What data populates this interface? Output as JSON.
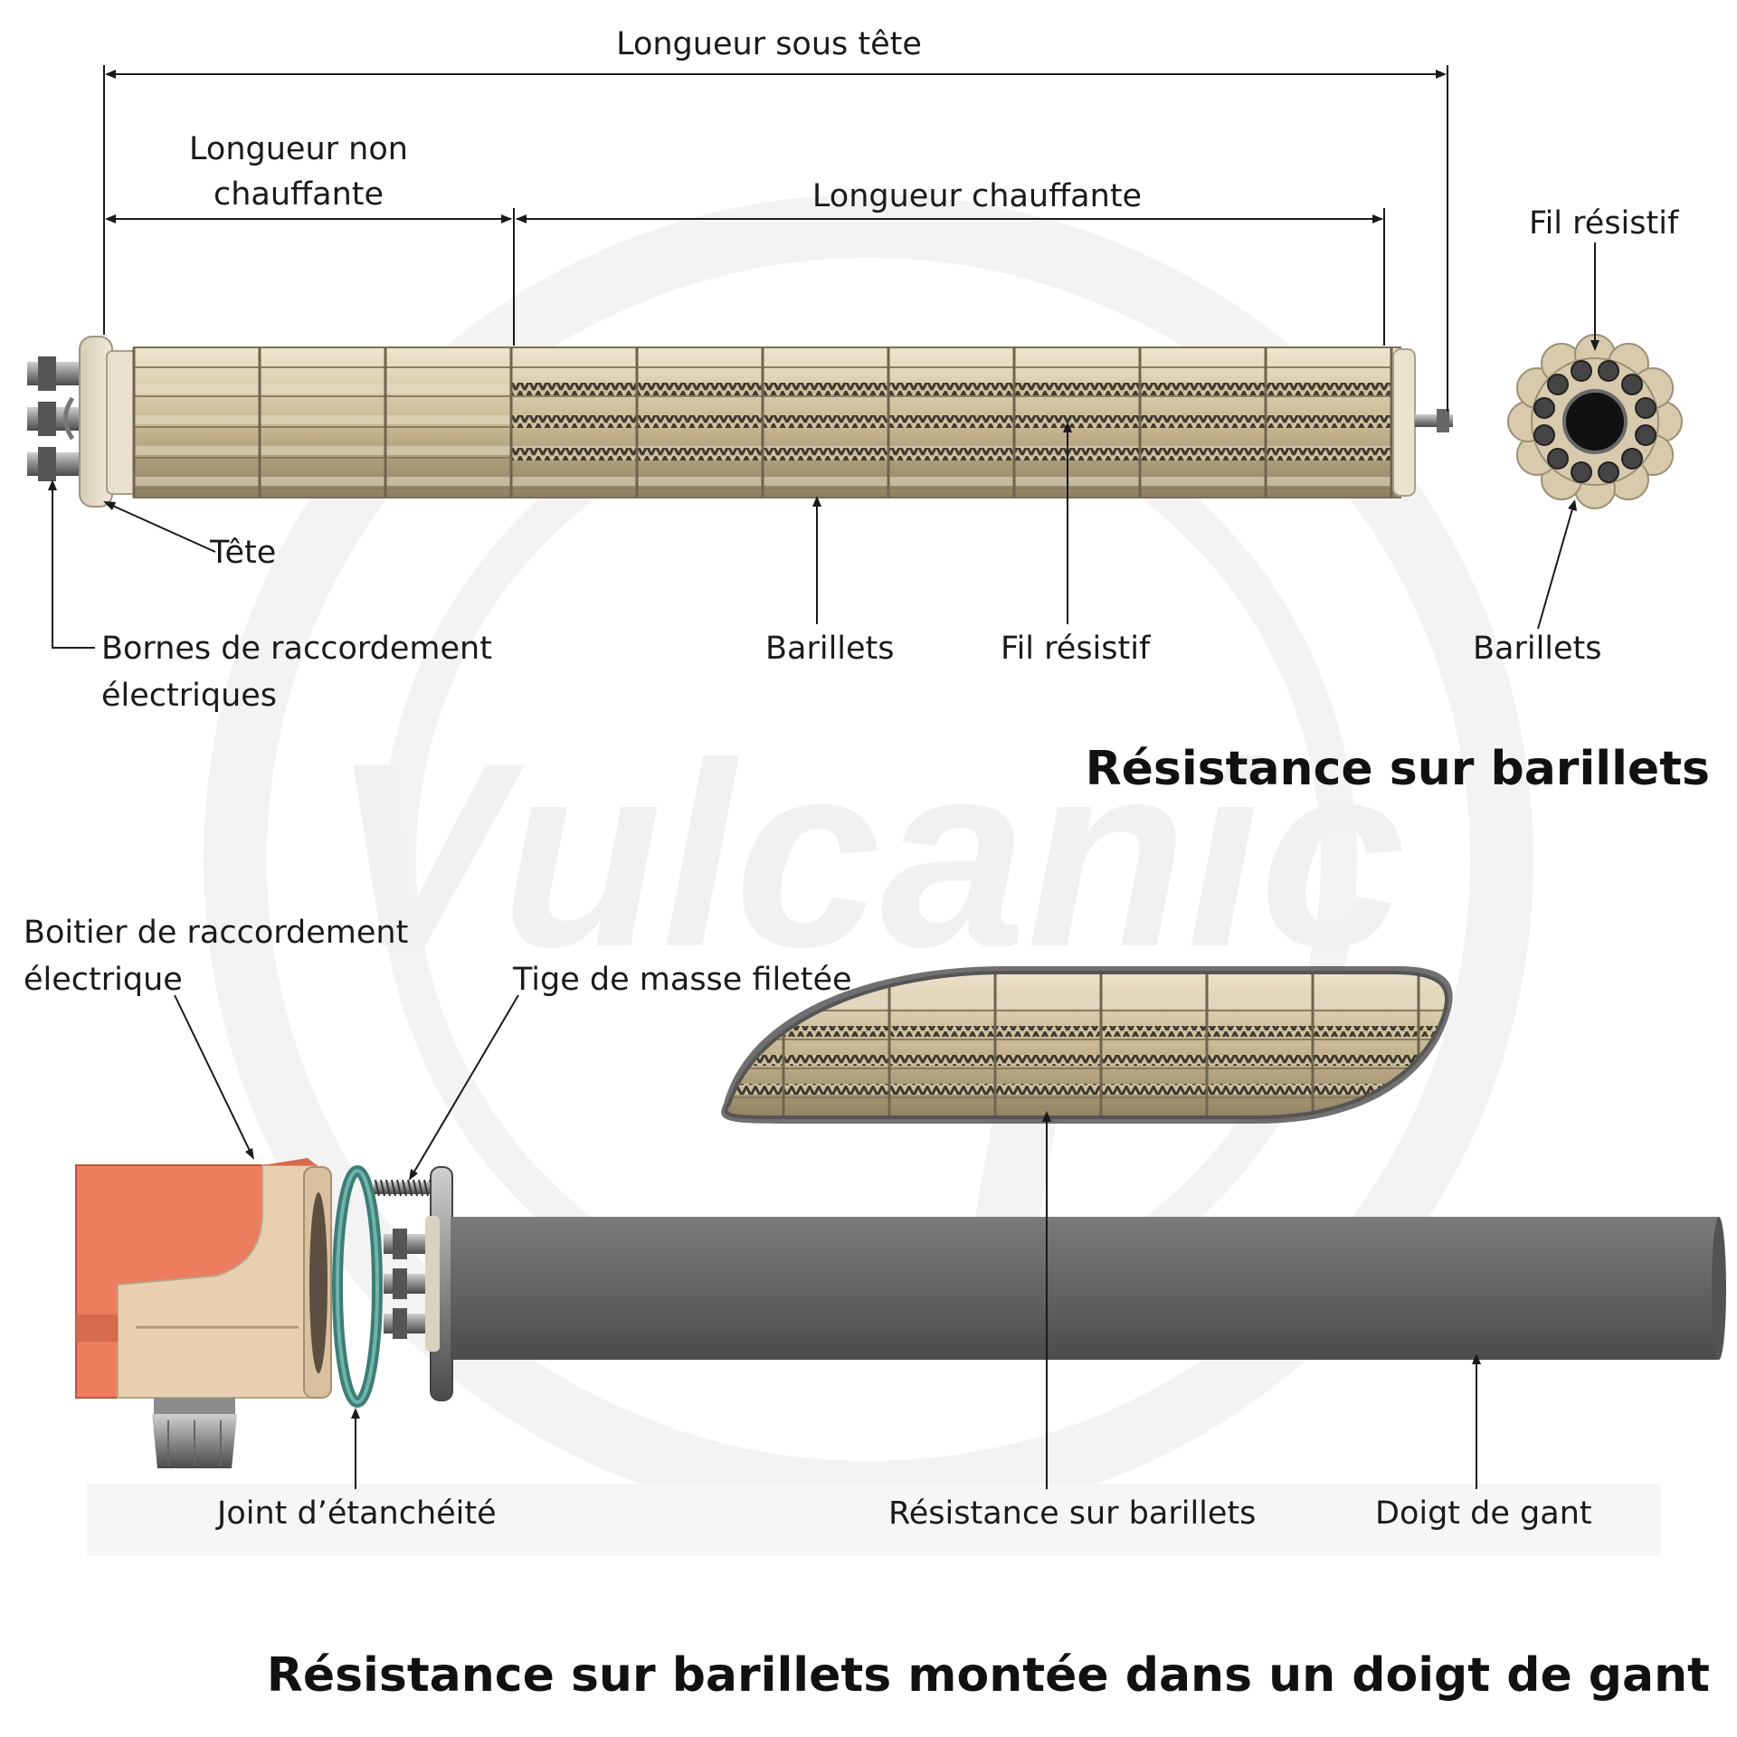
{
  "watermark": {
    "text": "Vulcanic",
    "color": "#f3f3f3"
  },
  "colors": {
    "ceramic": "#c9b994",
    "ceramic_dark": "#8f8062",
    "ceramic_light": "#e6dcc4",
    "sheath": "#646464",
    "box_orange": "#ec7d5e",
    "box_beige": "#e8cfb0",
    "gasket": "#4f9b91",
    "line": "#1a1a1a"
  },
  "section1": {
    "title": "Résistance sur barillets",
    "dimensions": {
      "longueur_sous_tete": "Longueur sous tête",
      "longueur_non_chauffante": [
        "Longueur non",
        "chauffante"
      ],
      "longueur_chauffante": "Longueur chauffante"
    },
    "labels": {
      "tete": "Tête",
      "bornes": [
        "Bornes de raccordement",
        "électriques"
      ],
      "barillets": "Barillets",
      "fil_resistif": "Fil résistif",
      "side_fil_resistif": "Fil résistif",
      "side_barillets": "Barillets"
    }
  },
  "section2": {
    "title": "Résistance sur barillets montée dans un doigt de gant",
    "labels": {
      "boitier": [
        "Boitier de raccordement",
        "électrique"
      ],
      "tige": "Tige de masse filetée",
      "joint": "Joint d’étanchéité",
      "resistance": "Résistance sur barillets",
      "doigt": "Doigt de gant"
    }
  }
}
